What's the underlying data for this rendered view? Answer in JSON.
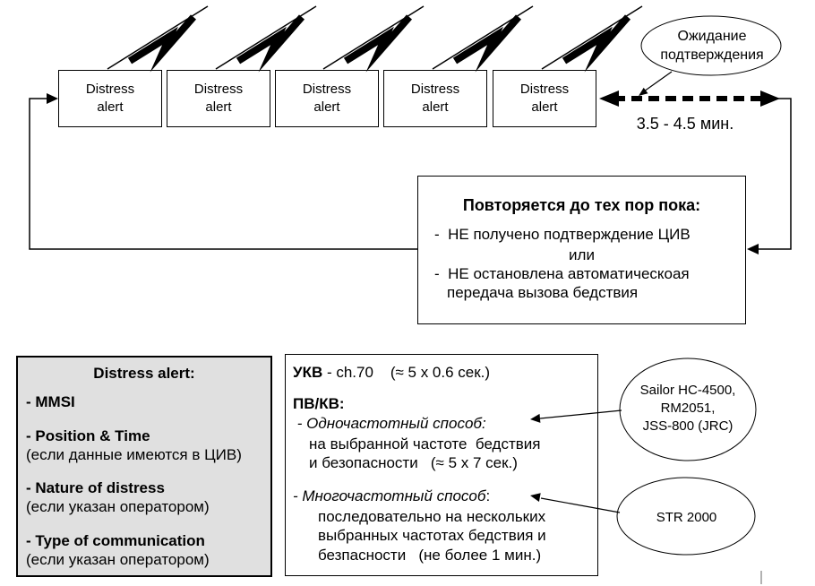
{
  "loop": {
    "alert_label": "Distress\nalert",
    "waiting_label": "Ожидание\nподтверждения",
    "interval_label": "3.5 - 4.5 мин."
  },
  "repeat_box": {
    "title": "Повторяется до тех пор пока:",
    "condition1": "-  НЕ получено подтверждение ЦИВ",
    "or_label": "или",
    "condition2_line1": "-  НЕ остановлена автоматическоая",
    "condition2_line2": "передача вызова бедствия"
  },
  "contents_box": {
    "title": "Distress alert:",
    "item1_name": "- MMSI",
    "item2_name": "- Position & Time",
    "item2_note": "(если данные имеются в ЦИВ)",
    "item3_name": "- Nature of distress",
    "item3_note": "(если указан оператором)",
    "item4_name": "- Type of communication",
    "item4_note": "(если указан оператором)"
  },
  "methods_box": {
    "vhf_label": "УКВ",
    "vhf_detail": " - ch.70    (≈ 5 x 0.6 сек.)",
    "mfhf_label": "ПВ/КВ:",
    "single_method": " - Одночастотный способ:",
    "single_line1": "на выбранной частоте  бедствия",
    "single_line2": "и безопасности   (≈ 5 x 7 сек.)",
    "multi_method": "- Многочастотный способ",
    "multi_colon": ":",
    "multi_line1": "последовательно на нескольких",
    "multi_line2": "выбранных частотах бедствия и",
    "multi_line3": "безпасности   (не более 1 мин.)"
  },
  "equipment": {
    "single_freq_models": "Sailor HC-4500,\nRM2051,\nJSS-800 (JRC)",
    "multi_freq_model": "STR 2000"
  },
  "colors": {
    "ink": "#000000",
    "panel_gray": "#e0e0e0"
  }
}
